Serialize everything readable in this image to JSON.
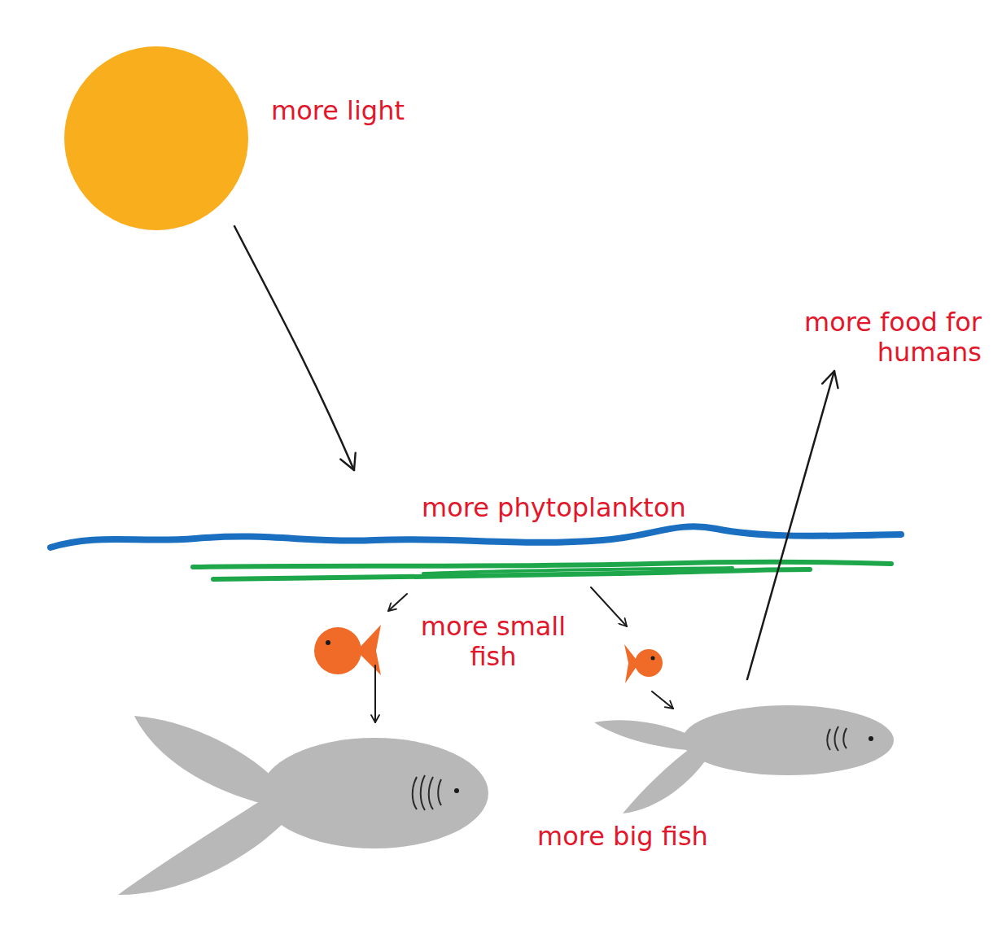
{
  "diagram": {
    "labels": [
      "more light",
      "more phytoplankton",
      "more small fish",
      "more big fish",
      "more food for humans"
    ]
  }
}
